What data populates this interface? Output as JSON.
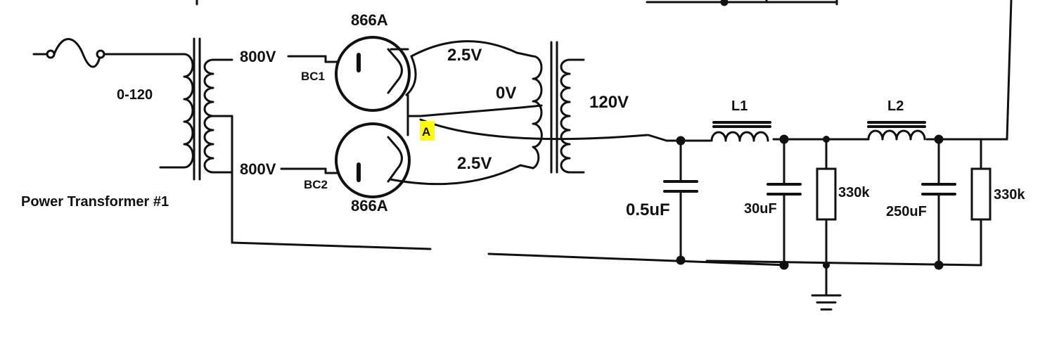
{
  "colors": {
    "ink": "#111111",
    "highlight": "#ffff00",
    "background": "#ffffff"
  },
  "labels": {
    "primary_voltage": "0-120",
    "secondary_top": "800V",
    "secondary_bottom": "800V",
    "power_transformer": "Power Transformer #1",
    "tube_top": "866A",
    "tube_bottom": "866A",
    "bc1": "BC1",
    "bc2": "BC2",
    "filament_top": "2.5V",
    "filament_center": "0V",
    "filament_bottom": "2.5V",
    "filament_primary": "120V",
    "node_a": "A",
    "inductor_1": "L1",
    "inductor_2": "L2",
    "cap_1": "0.5uF",
    "cap_2": "30uF",
    "cap_3": "250uF",
    "res_1": "330k",
    "res_2": "330k"
  },
  "icons": {
    "fuse": "fuse-icon",
    "ground": "ground-icon"
  }
}
